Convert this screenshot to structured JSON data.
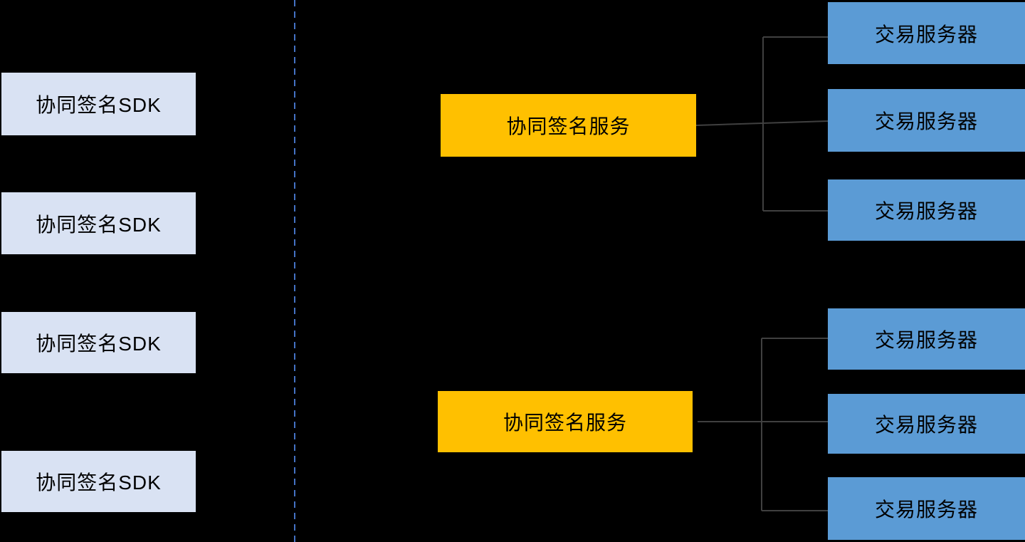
{
  "nodes": {
    "sdk": [
      {
        "label": "协同签名SDK"
      },
      {
        "label": "协同签名SDK"
      },
      {
        "label": "协同签名SDK"
      },
      {
        "label": "协同签名SDK"
      }
    ],
    "service": [
      {
        "label": "协同签名服务"
      },
      {
        "label": "协同签名服务"
      }
    ],
    "server": [
      {
        "label": "交易服务器"
      },
      {
        "label": "交易服务器"
      },
      {
        "label": "交易服务器"
      },
      {
        "label": "交易服务器"
      },
      {
        "label": "交易服务器"
      },
      {
        "label": "交易服务器"
      }
    ]
  },
  "colors": {
    "background": "#000000",
    "sdk_fill": "#D9E2F3",
    "service_fill": "#FFC000",
    "server_fill": "#5B9BD5",
    "divider": "#4472C4",
    "connector": "#404040",
    "node_text": "#000000"
  }
}
